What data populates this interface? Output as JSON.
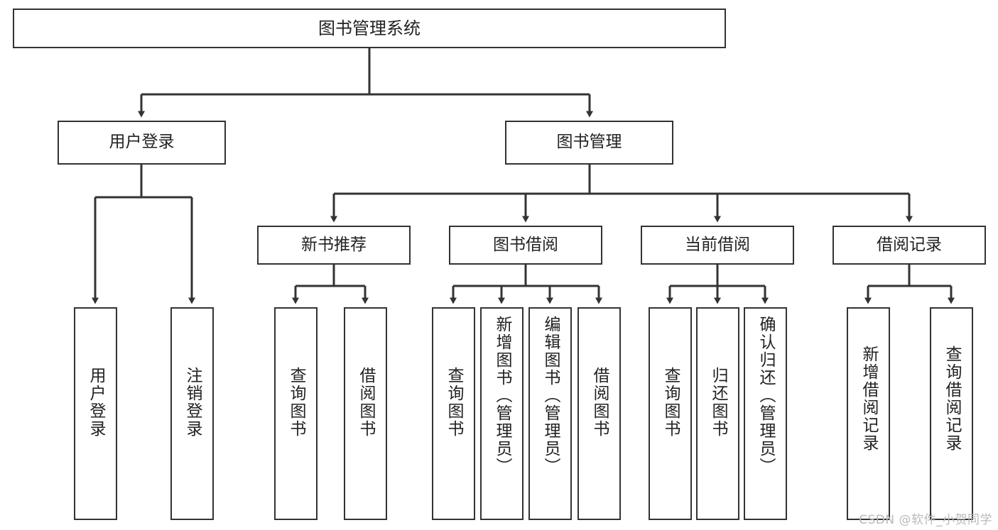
{
  "diagram": {
    "title": "图书管理系统",
    "type": "tree",
    "watermark": "CSDN @软件_小贺同学",
    "colors": {
      "border": "#333333",
      "background": "#ffffff",
      "text": "#222222",
      "watermark": "#b9b9b9"
    },
    "levels": {
      "root": "图书管理系统",
      "level2": [
        "用户登录",
        "图书管理"
      ],
      "level3": [
        "新书推荐",
        "图书借阅",
        "当前借阅",
        "借阅记录"
      ]
    },
    "nodes": {
      "root": {
        "label": "图书管理系统"
      },
      "user_login": {
        "label": "用户登录"
      },
      "book_manage": {
        "label": "图书管理"
      },
      "new_book_rec": {
        "label": "新书推荐"
      },
      "book_borrow": {
        "label": "图书借阅"
      },
      "current_borrow": {
        "label": "当前借阅"
      },
      "borrow_record": {
        "label": "借阅记录"
      },
      "leaf_user_login": {
        "label": "用户登录"
      },
      "leaf_logout": {
        "label": "注销登录"
      },
      "leaf_query_book_1": {
        "label": "查询图书"
      },
      "leaf_borrow_book_1": {
        "label": "借阅图书"
      },
      "leaf_query_book_2": {
        "label": "查询图书"
      },
      "leaf_add_book": {
        "label": "新增图书（管理员）"
      },
      "leaf_edit_book": {
        "label": "编辑图书（管理员）"
      },
      "leaf_borrow_book_2": {
        "label": "借阅图书"
      },
      "leaf_query_book_3": {
        "label": "查询图书"
      },
      "leaf_return_book": {
        "label": "归还图书"
      },
      "leaf_confirm_return": {
        "label": "确认归还（管理员）"
      },
      "leaf_add_record": {
        "label": "新增借阅记录"
      },
      "leaf_query_record": {
        "label": "查询借阅记录"
      }
    },
    "edges": [
      {
        "from": "root",
        "to": "user_login"
      },
      {
        "from": "root",
        "to": "book_manage"
      },
      {
        "from": "user_login",
        "to": "leaf_user_login"
      },
      {
        "from": "user_login",
        "to": "leaf_logout"
      },
      {
        "from": "book_manage",
        "to": "new_book_rec"
      },
      {
        "from": "book_manage",
        "to": "book_borrow"
      },
      {
        "from": "book_manage",
        "to": "current_borrow"
      },
      {
        "from": "book_manage",
        "to": "borrow_record"
      },
      {
        "from": "new_book_rec",
        "to": "leaf_query_book_1"
      },
      {
        "from": "new_book_rec",
        "to": "leaf_borrow_book_1"
      },
      {
        "from": "book_borrow",
        "to": "leaf_query_book_2"
      },
      {
        "from": "book_borrow",
        "to": "leaf_add_book"
      },
      {
        "from": "book_borrow",
        "to": "leaf_edit_book"
      },
      {
        "from": "book_borrow",
        "to": "leaf_borrow_book_2"
      },
      {
        "from": "current_borrow",
        "to": "leaf_query_book_3"
      },
      {
        "from": "current_borrow",
        "to": "leaf_return_book"
      },
      {
        "from": "current_borrow",
        "to": "leaf_confirm_return"
      },
      {
        "from": "borrow_record",
        "to": "leaf_add_record"
      },
      {
        "from": "borrow_record",
        "to": "leaf_query_record"
      }
    ]
  }
}
